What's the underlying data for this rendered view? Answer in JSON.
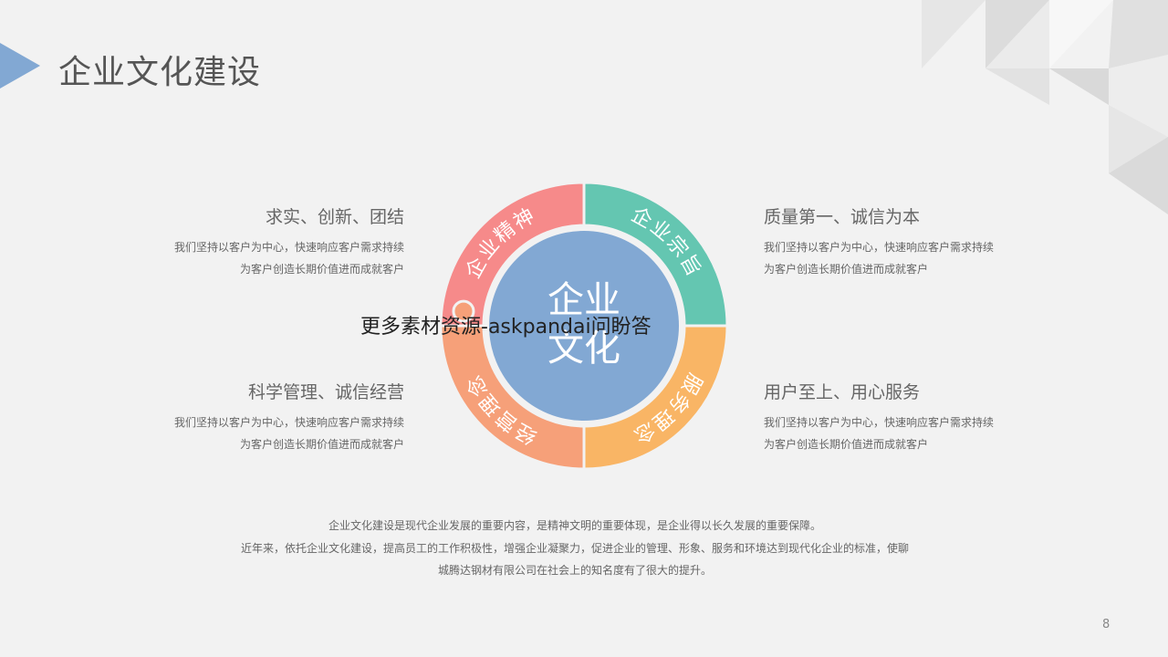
{
  "title": "企业文化建设",
  "center": {
    "line1": "企业",
    "line2": "文化"
  },
  "ring": [
    {
      "label": "企业精神",
      "color": "#F68A8A"
    },
    {
      "label": "企业宗旨",
      "color": "#64C6B1"
    },
    {
      "label": "服务理念",
      "color": "#F9B565"
    },
    {
      "label": "经营理念",
      "color": "#F6A079"
    }
  ],
  "center_color": "#82A8D3",
  "blocks": {
    "tl": {
      "heading": "求实、创新、团结",
      "line1": "我们坚持以客户为中心，快速响应客户需求持续",
      "line2": "为客户创造长期价值进而成就客户"
    },
    "tr": {
      "heading": "质量第一、诚信为本",
      "line1": "我们坚持以客户为中心，快速响应客户需求持续",
      "line2": "为客户创造长期价值进而成就客户"
    },
    "bl": {
      "heading": "科学管理、诚信经营",
      "line1": "我们坚持以客户为中心，快速响应客户需求持续",
      "line2": "为客户创造长期价值进而成就客户"
    },
    "br": {
      "heading": "用户至上、用心服务",
      "line1": "我们坚持以客户为中心，快速响应客户需求持续",
      "line2": "为客户创造长期价值进而成就客户"
    }
  },
  "bottom": {
    "line1": "企业文化建设是现代企业发展的重要内容，是精神文明的重要体现，是企业得以长久发展的重要保障。",
    "line2": "近年来，依托企业文化建设，提高员工的工作积极性，增强企业凝聚力，促进企业的管理、形象、服务和环境达到现代化企业的标准，使聊",
    "line3": "城腾达钢材有限公司在社会上的知名度有了很大的提升。"
  },
  "watermark": "更多素材资源-askpandai问盼答",
  "page_number": "8"
}
